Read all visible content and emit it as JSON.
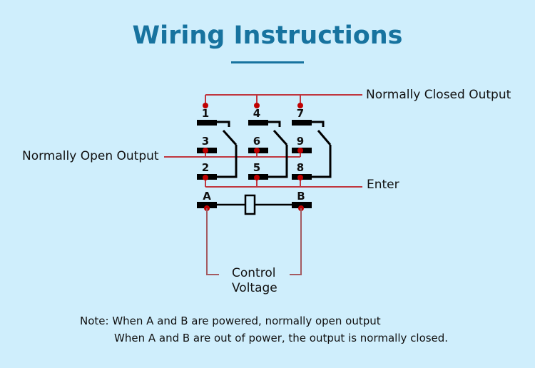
{
  "title": "Wiring Instructions",
  "colors": {
    "background": "#cfeefc",
    "title": "#17739f",
    "wire": "#c0363f",
    "terminal_dot": "#c00000",
    "contact": "#000000",
    "lead_wire": "#a45a60"
  },
  "labels": {
    "normally_closed_output": "Normally Closed Output",
    "normally_open_output": "Normally Open Output",
    "enter": "Enter",
    "control_voltage_line1": "Control",
    "control_voltage_line2": "Voltage"
  },
  "terminals": {
    "top_row": [
      "1",
      "4",
      "7"
    ],
    "middle_row": [
      "3",
      "6",
      "9"
    ],
    "bottom_row": [
      "2",
      "5",
      "8"
    ],
    "coil": [
      "A",
      "B"
    ]
  },
  "note": {
    "line1": "Note: When A and B are powered, normally open output",
    "line2": "When A and B are out of power, the output is normally closed."
  }
}
